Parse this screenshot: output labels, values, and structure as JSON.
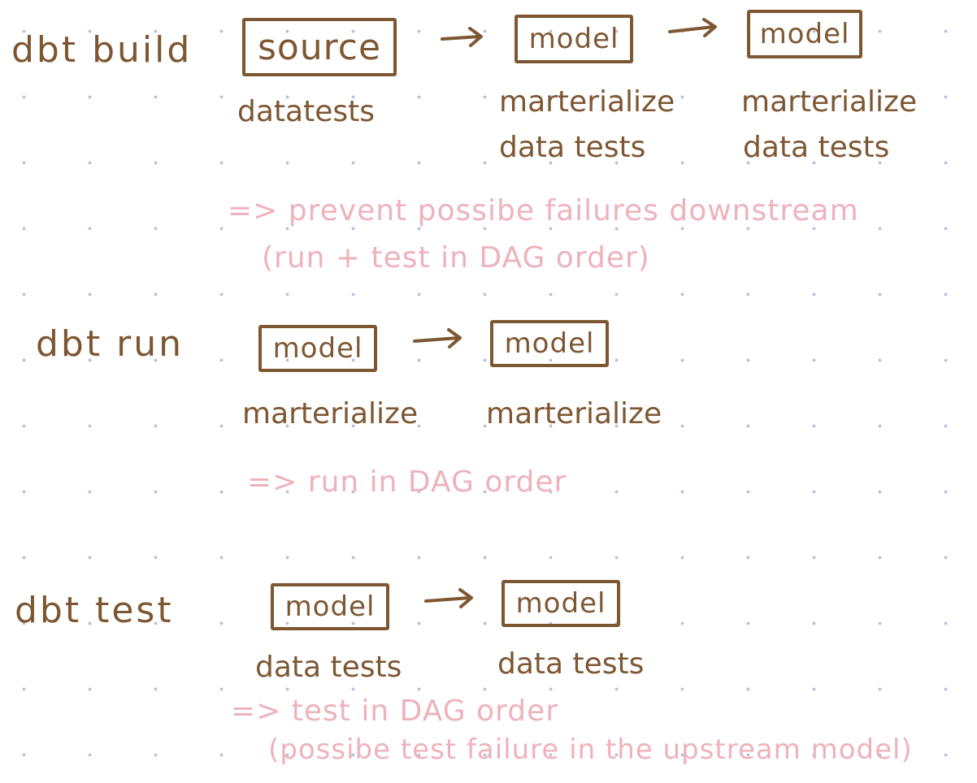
{
  "build": {
    "command": "dbt build",
    "nodes": [
      {
        "box": "source",
        "labels": [
          "datatests"
        ]
      },
      {
        "box": "model",
        "labels": [
          "marterialize",
          "data tests"
        ]
      },
      {
        "box": "model",
        "labels": [
          "marterialize",
          "data tests"
        ]
      }
    ],
    "notes": [
      "=> prevent possibe failures downstream",
      "(run + test in DAG order)"
    ]
  },
  "run": {
    "command": "dbt run",
    "nodes": [
      {
        "box": "model",
        "labels": [
          "marterialize"
        ]
      },
      {
        "box": "model",
        "labels": [
          "marterialize"
        ]
      }
    ],
    "notes": [
      "=> run in DAG order"
    ]
  },
  "test": {
    "command": "dbt test",
    "nodes": [
      {
        "box": "model",
        "labels": [
          "data tests"
        ]
      },
      {
        "box": "model",
        "labels": [
          "data tests"
        ]
      }
    ],
    "notes": [
      "=> test in DAG order",
      "(possibe test failure in the upstream model)"
    ]
  },
  "colors": {
    "ink_brown": "#7d5732",
    "ink_pink": "#eeb2bc",
    "dot_grid": "#b9bddb"
  }
}
